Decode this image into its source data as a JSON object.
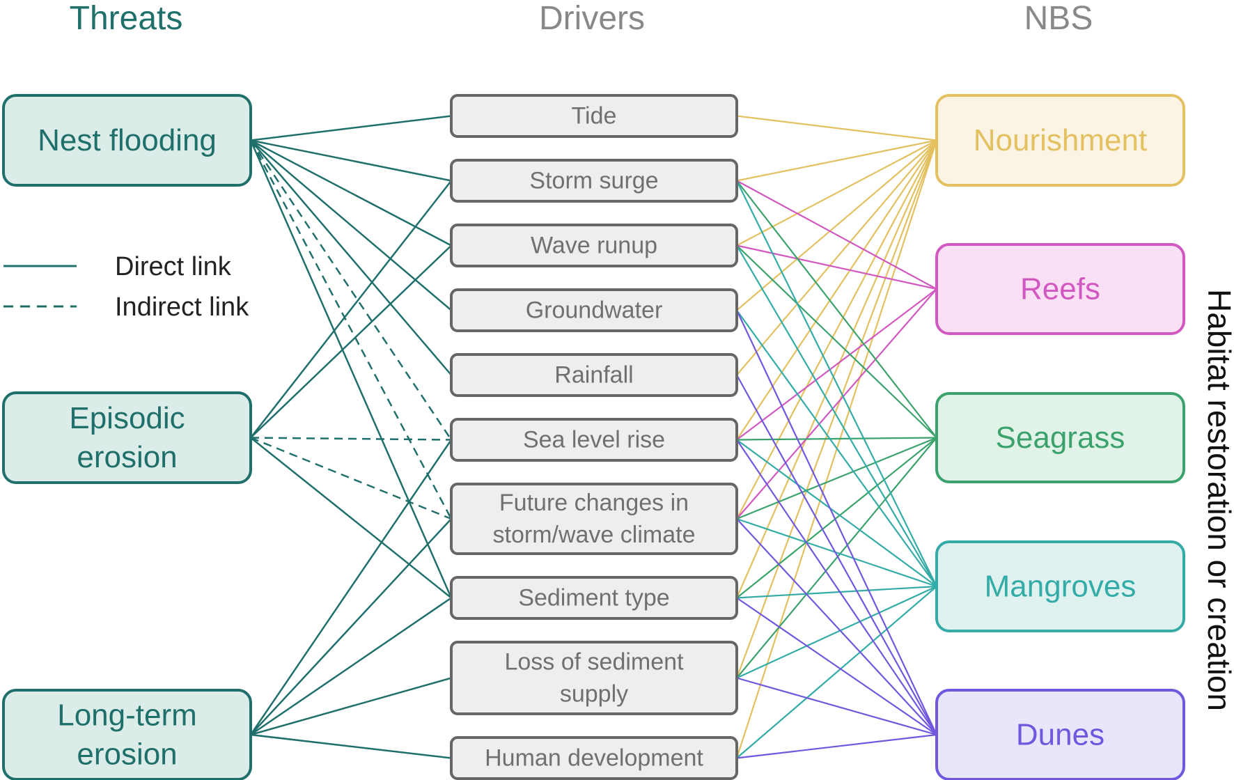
{
  "headers": {
    "threats": "Threats",
    "drivers": "Drivers",
    "nbs": "NBS"
  },
  "side_label": "Habitat restoration or creation",
  "legend": {
    "direct": "Direct link",
    "indirect": "Indirect link"
  },
  "colors": {
    "threat": "#1f6f6a",
    "threat_fill": "#dcece9",
    "driver_stroke": "#666666",
    "driver_fill": "#eeeeee",
    "nourishment": "#e3c060",
    "nourishment_fill": "#fbf4e4",
    "reefs": "#d158c0",
    "reefs_fill": "#f9e0f4",
    "seagrass": "#3ba26c",
    "seagrass_fill": "#e1f3e8",
    "mangroves": "#33aba6",
    "mangroves_fill": "#dff2f0",
    "dunes": "#7157de",
    "dunes_fill": "#e8e6fb"
  },
  "threats": [
    {
      "id": "nest",
      "lines": [
        "Nest flooding"
      ]
    },
    {
      "id": "episodic",
      "lines": [
        "Episodic",
        "erosion"
      ]
    },
    {
      "id": "longterm",
      "lines": [
        "Long-term",
        "erosion"
      ]
    }
  ],
  "drivers": [
    {
      "id": "tide",
      "lines": [
        "Tide"
      ]
    },
    {
      "id": "surge",
      "lines": [
        "Storm surge"
      ]
    },
    {
      "id": "runup",
      "lines": [
        "Wave runup"
      ]
    },
    {
      "id": "ground",
      "lines": [
        "Groundwater"
      ]
    },
    {
      "id": "rain",
      "lines": [
        "Rainfall"
      ]
    },
    {
      "id": "slr",
      "lines": [
        "Sea level rise"
      ]
    },
    {
      "id": "future",
      "lines": [
        "Future changes in",
        "storm/wave climate"
      ]
    },
    {
      "id": "sediment",
      "lines": [
        "Sediment type"
      ]
    },
    {
      "id": "loss",
      "lines": [
        "Loss of sediment",
        "supply"
      ]
    },
    {
      "id": "human",
      "lines": [
        "Human development"
      ]
    }
  ],
  "nbs": [
    {
      "id": "nourishment",
      "lines": [
        "Nourishment"
      ]
    },
    {
      "id": "reefs",
      "lines": [
        "Reefs"
      ]
    },
    {
      "id": "seagrass",
      "lines": [
        "Seagrass"
      ]
    },
    {
      "id": "mangroves",
      "lines": [
        "Mangroves"
      ]
    },
    {
      "id": "dunes",
      "lines": [
        "Dunes"
      ]
    }
  ],
  "threat_links": [
    {
      "threat": "nest",
      "driver": "tide",
      "type": "direct"
    },
    {
      "threat": "nest",
      "driver": "surge",
      "type": "direct"
    },
    {
      "threat": "nest",
      "driver": "runup",
      "type": "direct"
    },
    {
      "threat": "nest",
      "driver": "ground",
      "type": "direct"
    },
    {
      "threat": "nest",
      "driver": "rain",
      "type": "direct"
    },
    {
      "threat": "nest",
      "driver": "slr",
      "type": "indirect"
    },
    {
      "threat": "nest",
      "driver": "future",
      "type": "indirect"
    },
    {
      "threat": "nest",
      "driver": "sediment",
      "type": "direct"
    },
    {
      "threat": "episodic",
      "driver": "surge",
      "type": "direct"
    },
    {
      "threat": "episodic",
      "driver": "runup",
      "type": "direct"
    },
    {
      "threat": "episodic",
      "driver": "slr",
      "type": "indirect"
    },
    {
      "threat": "episodic",
      "driver": "future",
      "type": "indirect"
    },
    {
      "threat": "episodic",
      "driver": "sediment",
      "type": "direct"
    },
    {
      "threat": "longterm",
      "driver": "slr",
      "type": "direct"
    },
    {
      "threat": "longterm",
      "driver": "future",
      "type": "direct"
    },
    {
      "threat": "longterm",
      "driver": "sediment",
      "type": "direct"
    },
    {
      "threat": "longterm",
      "driver": "loss",
      "type": "direct"
    },
    {
      "threat": "longterm",
      "driver": "human",
      "type": "direct"
    }
  ],
  "nbs_links": [
    {
      "driver": "tide",
      "nbs": "nourishment"
    },
    {
      "driver": "surge",
      "nbs": "nourishment"
    },
    {
      "driver": "runup",
      "nbs": "nourishment"
    },
    {
      "driver": "ground",
      "nbs": "nourishment"
    },
    {
      "driver": "rain",
      "nbs": "nourishment"
    },
    {
      "driver": "slr",
      "nbs": "nourishment"
    },
    {
      "driver": "future",
      "nbs": "nourishment"
    },
    {
      "driver": "sediment",
      "nbs": "nourishment"
    },
    {
      "driver": "loss",
      "nbs": "nourishment"
    },
    {
      "driver": "human",
      "nbs": "nourishment"
    },
    {
      "driver": "surge",
      "nbs": "reefs"
    },
    {
      "driver": "runup",
      "nbs": "reefs"
    },
    {
      "driver": "slr",
      "nbs": "reefs"
    },
    {
      "driver": "future",
      "nbs": "reefs"
    },
    {
      "driver": "surge",
      "nbs": "seagrass"
    },
    {
      "driver": "runup",
      "nbs": "seagrass"
    },
    {
      "driver": "slr",
      "nbs": "seagrass"
    },
    {
      "driver": "future",
      "nbs": "seagrass"
    },
    {
      "driver": "sediment",
      "nbs": "seagrass"
    },
    {
      "driver": "loss",
      "nbs": "seagrass"
    },
    {
      "driver": "surge",
      "nbs": "mangroves"
    },
    {
      "driver": "runup",
      "nbs": "mangroves"
    },
    {
      "driver": "ground",
      "nbs": "mangroves"
    },
    {
      "driver": "slr",
      "nbs": "mangroves"
    },
    {
      "driver": "future",
      "nbs": "mangroves"
    },
    {
      "driver": "sediment",
      "nbs": "mangroves"
    },
    {
      "driver": "loss",
      "nbs": "mangroves"
    },
    {
      "driver": "human",
      "nbs": "mangroves"
    },
    {
      "driver": "ground",
      "nbs": "dunes"
    },
    {
      "driver": "rain",
      "nbs": "dunes"
    },
    {
      "driver": "slr",
      "nbs": "dunes"
    },
    {
      "driver": "future",
      "nbs": "dunes"
    },
    {
      "driver": "sediment",
      "nbs": "dunes"
    },
    {
      "driver": "loss",
      "nbs": "dunes"
    },
    {
      "driver": "human",
      "nbs": "dunes"
    }
  ]
}
